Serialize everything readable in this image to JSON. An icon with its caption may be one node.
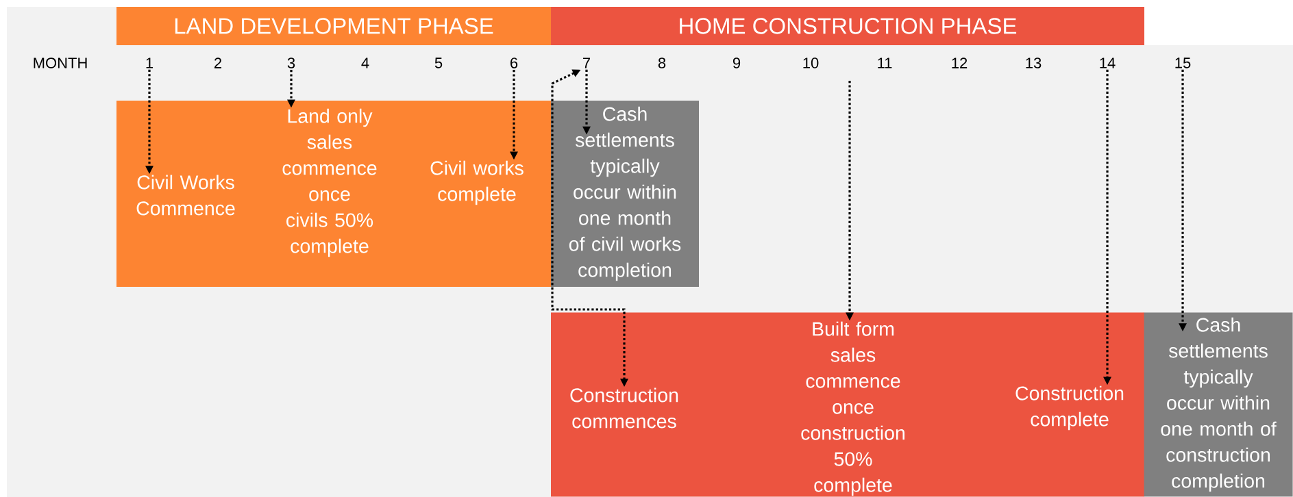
{
  "diagram": {
    "nodes": [
      {
        "text": [
          "LAND DEVELOPMENT PHASE"
        ]
      },
      {
        "text": [
          "HOME CONSTRUCTION PHASE"
        ]
      },
      {
        "text": [
          "1"
        ]
      },
      {
        "text": [
          "3"
        ]
      },
      {
        "text": [
          "6"
        ]
      },
      {
        "text": [
          "7"
        ]
      },
      {
        "text": [
          "14"
        ]
      },
      {
        "text": [
          "15"
        ]
      },
      {
        "text": [],
        "shape": "box"
      },
      {
        "text": [
          "Civil Works Commence"
        ],
        "in": 8
      },
      {
        "text": [
          "Land only sales commence once civils 50% complete"
        ],
        "in": 8
      },
      {
        "text": [
          "Civil works complete"
        ],
        "in": 8
      },
      {
        "text": [
          "Cash settlements typically occur within one month of civil works completion"
        ]
      },
      {
        "text": [],
        "shape": "box"
      },
      {
        "text": [
          "Construction commences"
        ],
        "in": 13
      },
      {
        "text": [
          "Built form sales commence once construction 50% complete"
        ],
        "in": 13
      },
      {
        "text": [
          "Construction complete"
        ],
        "in": 13
      },
      {
        "text": [
          "Cash settlements typically occur within one month of construction completion"
        ]
      }
    ],
    "edges": [
      {
        "from": 2,
        "to": 9,
        "arrow": "to"
      },
      {
        "from": 3,
        "to": 10,
        "arrow": "to"
      },
      {
        "from": 4,
        "to": 11,
        "arrow": "to"
      },
      {
        "from": 5,
        "to": 12,
        "arrow": "to"
      },
      {
        "from": 5,
        "to": 14,
        "arrow": "both"
      },
      {
        "from": null,
        "to": 15,
        "arrow": "to"
      },
      {
        "from": 6,
        "to": 16,
        "arrow": "to"
      },
      {
        "from": 7,
        "to": 17,
        "arrow": "to"
      }
    ],
    "labels": [
      "MONTH",
      "2",
      "4",
      "5",
      "8",
      "9",
      "10",
      "11",
      "12",
      "13"
    ]
  }
}
